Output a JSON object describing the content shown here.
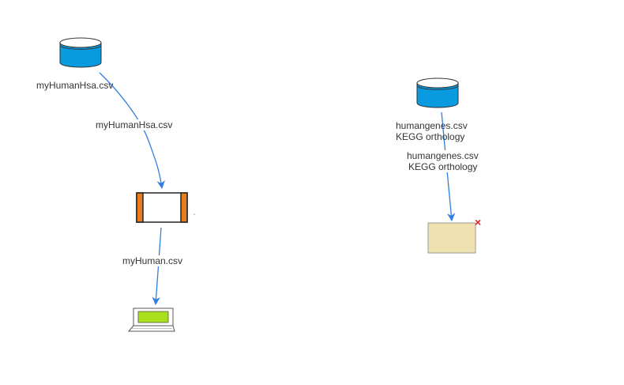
{
  "colors": {
    "edge": "#2f7ee0",
    "database_fill": "#0a9ae0",
    "database_top": "#ffffff",
    "processor_side": "#e87d1e",
    "laptop_screen": "#a8e01c",
    "sink_fill": "#efe2b0",
    "error_mark": "#e02020",
    "text": "#333333"
  },
  "nodes": {
    "db_left": {
      "icon": "database-icon",
      "label": "myHumanHsa.csv"
    },
    "db_right": {
      "icon": "database-icon",
      "label_line1": "humangenes.csv",
      "label_line2": "KEGG orthology"
    },
    "processor": {
      "icon": "processor-icon"
    },
    "laptop": {
      "icon": "laptop-icon"
    },
    "sink": {
      "icon": "sink-box-icon",
      "status_icon": "close-icon",
      "status_mark": "×"
    }
  },
  "edges": {
    "left_top": {
      "label": "myHumanHsa.csv"
    },
    "left_bottom": {
      "label": "myHuman.csv"
    },
    "right": {
      "label_line1": "humangenes.csv",
      "label_line2": "KEGG orthology"
    }
  }
}
